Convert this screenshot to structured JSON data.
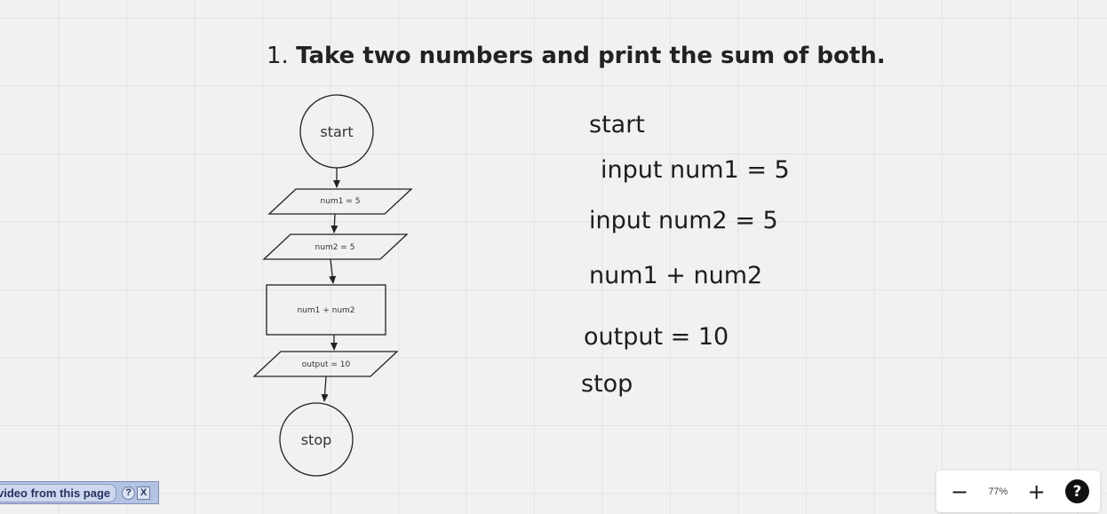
{
  "title": {
    "number": "1.",
    "text": "Take two numbers and print the sum of both."
  },
  "flowchart": {
    "start": "start",
    "input1": "num1 = 5",
    "input2": "num2 = 5",
    "process": "num1 + num2",
    "output": "output = 10",
    "stop": "stop"
  },
  "steps": [
    "start",
    "input num1 = 5",
    "input num2 = 5",
    "num1 + num2",
    "output = 10",
    "stop"
  ],
  "video_bar": {
    "label": "video from this page",
    "help": "?",
    "close": "X"
  },
  "zoom": {
    "minus": "−",
    "value": "77%",
    "plus": "+",
    "help": "?"
  }
}
